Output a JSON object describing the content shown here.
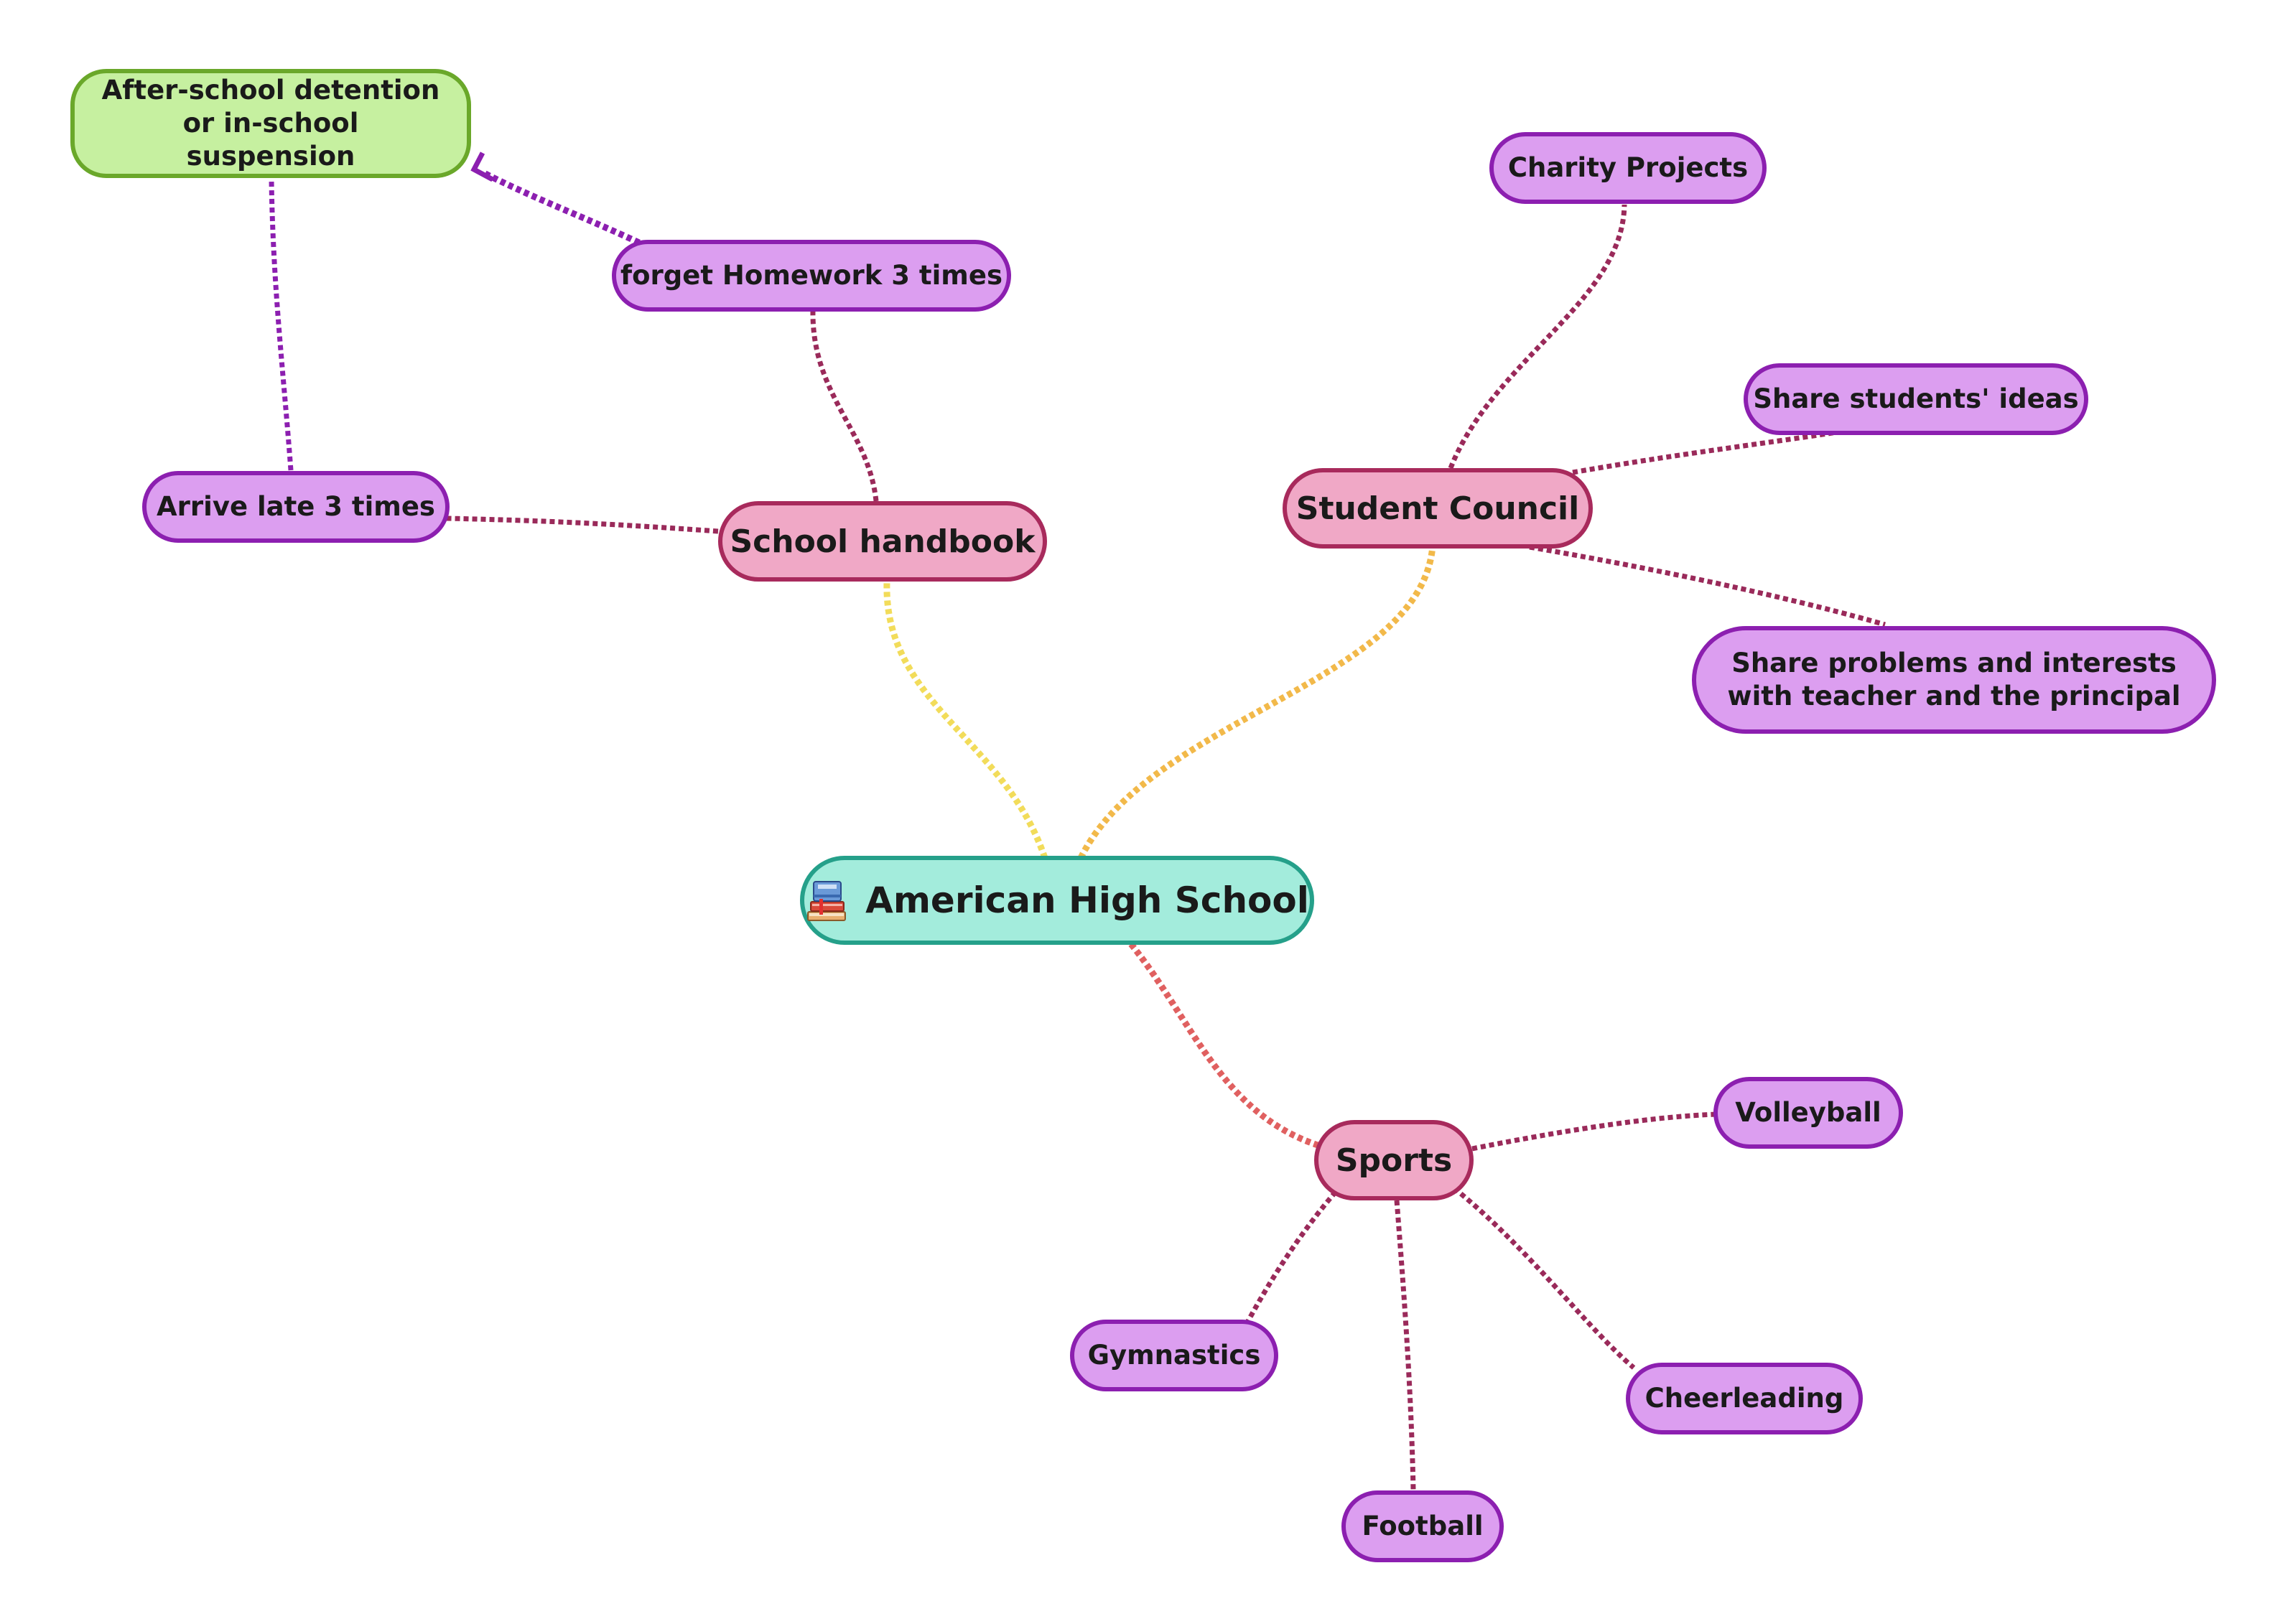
{
  "colors": {
    "root_fill": "#a3ecdc",
    "root_border": "#25a08a",
    "main_fill": "#f0a8c6",
    "main_border": "#a82a5c",
    "sub_fill": "#dc9ef0",
    "sub_border": "#8c1fb0",
    "note_fill": "#c6f0a0",
    "note_border": "#6aa82a",
    "link_handbook": "#f2dc5a",
    "link_council": "#f2b94a",
    "link_sports": "#e06060",
    "link_sub": "#9a2a5a",
    "link_relation": "#8c1fb0"
  },
  "root": {
    "label": "American High  School",
    "icon": "books-icon"
  },
  "branches": {
    "handbook": {
      "label": "School handbook",
      "children": [
        "forget Homework 3 times",
        "Arrive late 3 times"
      ]
    },
    "council": {
      "label": "Student Council",
      "children": [
        "Charity Projects",
        "Share students' ideas",
        "Share problems and interests with teacher and the principal"
      ]
    },
    "sports": {
      "label": "Sports",
      "children": [
        "Volleyball",
        "Gymnastics",
        "Football",
        "Cheerleading"
      ]
    }
  },
  "note": {
    "label": "After-school detention or in-school suspension"
  }
}
